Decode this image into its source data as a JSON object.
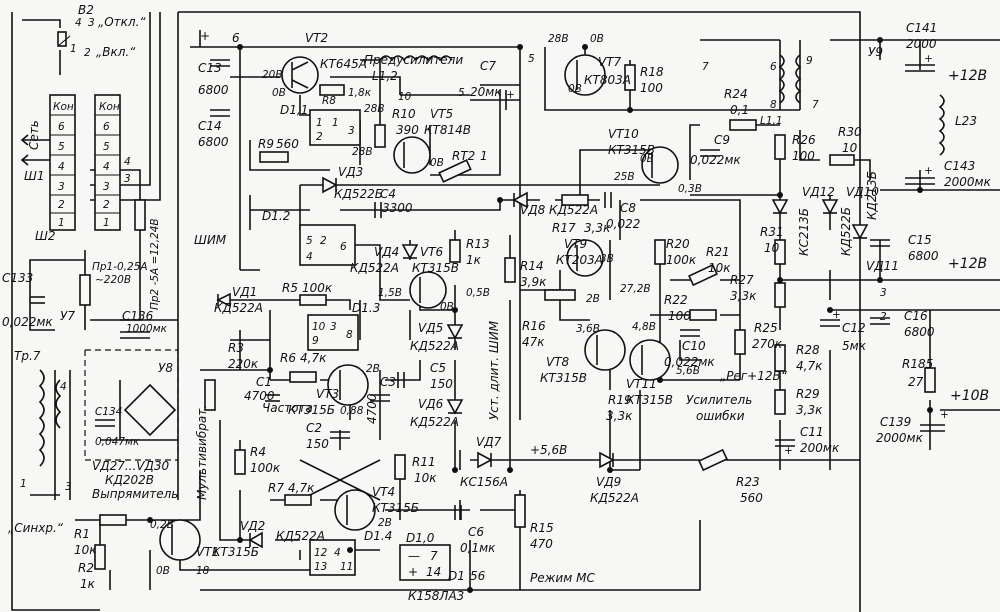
{
  "labels": {
    "b2": "В2",
    "b2_off": "„Откл.“",
    "b2_on": "„Вкл.“",
    "sw_4": "4",
    "sw_3": "3",
    "sw_1": "1",
    "sw_2": "2",
    "mains": "Сеть",
    "sh1": "Ш1",
    "sh2": "Ш2",
    "kon_a": "Кон.",
    "kon_b": "Кон",
    "c133": "C133",
    "c133_v": "0,022мк",
    "pr1": "Пр1-0,25А",
    "pr1_v": "~220В",
    "pr2": "Пр2 -5А =12,24В",
    "y7": "У7",
    "tr7": "Тр.7",
    "c134": "C134",
    "c134_v": "0,047мк",
    "y8": "У8",
    "vd2730": "VД27...VД30",
    "kd202": "КД202В",
    "rect": "Выпрямитель",
    "c136": "C136",
    "c136_v": "1000мк",
    "vt2": "VT2",
    "n6": "6",
    "c13": "C13",
    "c13_v": "6800",
    "c14": "C14",
    "c14_v": "6800",
    "kt645": "КТ645А",
    "r8": "R8",
    "r8_v": "1,8к",
    "preamp": "Предусилители",
    "l12": "L1,2",
    "d11": "D1,1",
    "r9": "R9",
    "r9_v": "560",
    "r10": "R10",
    "r10_v": "390",
    "vt5": "VT5",
    "kt814": "КТ814В",
    "rt2": "RT2",
    "rt2_v": "1",
    "c7": "C7",
    "c7_v": "20мк",
    "vt7": "VT7",
    "kt803": "КТ803А",
    "r18": "R18",
    "r18_v": "100",
    "r24": "R24",
    "r24_v": "0,1",
    "vt10": "VT10",
    "kt315_10": "КТ315В",
    "c9": "C9",
    "c9_v": "0,022мк",
    "r26": "R26",
    "r26_v": "100",
    "r30": "R30",
    "r30_v": "10",
    "c141": "C141",
    "c141_v": "2000",
    "plus12": "+12В",
    "l23": "L23",
    "c143": "C143",
    "c143_v": "2000мк",
    "y9": "У9",
    "l11": "L1,1",
    "vd3": "VД3",
    "kd522b": "КД522Б",
    "c4": "C4",
    "c4_v": "3300",
    "vd8": "VД8 КД522А",
    "c8": "C8",
    "c8_v": "0,022",
    "r17": "R17",
    "r17_v": "3,3к",
    "vt9": "VT9",
    "kt203": "КТ203А",
    "r20": "R20",
    "r20_v": "100к",
    "r21": "R21",
    "r21_v": "10к",
    "vd12": "VД12",
    "ks213": "КС213Б",
    "vd10": "VД10",
    "kd522b2": "КД522Б",
    "kd213": "КД213Б",
    "c15": "C15",
    "c15_v": "6800",
    "vd11": "VД11",
    "r31": "R31",
    "r31_v": "10",
    "r27": "R27",
    "r27_v": "3,3к",
    "d12": "D1.2",
    "vd4": "VД4",
    "kd522a4": "КД522А",
    "vt6": "VT6",
    "kt315_6": "КТ315В",
    "r13": "R13",
    "r13_v": "1к",
    "pwm": "ШИМ",
    "r14": "R14",
    "r14_v": "3,9к",
    "r22": "R22",
    "r22_v": "100",
    "c16": "C16",
    "c16_v": "6800",
    "c12": "C12",
    "c12_v": "5мк",
    "vd1": "VД1",
    "kd522a1": "КД522А",
    "r5": "R5",
    "r5_v": "100к",
    "d13": "D1.3",
    "r16": "R16",
    "r16_v": "47к",
    "c10": "C10",
    "c10_v": "0,022мк",
    "r25": "R25",
    "r25_v": "270к",
    "reg": "„Рег+12В“",
    "r28": "R28",
    "r28_v": "4,7к",
    "r185": "R185",
    "r185_v": "27",
    "plus10": "+10В",
    "r3": "R3",
    "r3_v": "220к",
    "r6": "R6",
    "r6_v": "4,7к",
    "c1": "C1",
    "c1_v": "4700",
    "vt3": "VT3",
    "kt315_3": "КТ315Б",
    "c3": "C3",
    "c3_v": "4700",
    "c5": "C5",
    "c5_v": "150",
    "vd5": "VД5",
    "kd522a5": "КД522А",
    "pwm_adj": "Уст. длит. ШИМ",
    "vt8": "VT8",
    "kt315_8": "КТ315В",
    "vt11": "VT11",
    "kt315_11": "КТ315В",
    "err_amp1": "Усилитель",
    "err_amp2": "ошибки",
    "r19": "R19",
    "r19_v": "3,3к",
    "r29": "R29",
    "r29_v": "3,3к",
    "c139": "C139",
    "c139_v": "2000мк",
    "freq": "Частота",
    "multivib": "Мультивибрат.",
    "c2": "C2",
    "c2_v": "150",
    "vd6": "VД6",
    "kd522a6": "КД522А",
    "c11": "C11",
    "c11_v": "200мк",
    "r4": "R4",
    "r4_v": "100к",
    "r11": "R11",
    "r11_v": "10к",
    "vd7": "VД7",
    "ks156": "КС156А",
    "v566": "+5,6В",
    "vd9": "VД9",
    "kd522a9": "КД522А",
    "r23": "R23",
    "r23_v": "560",
    "r7": "R7",
    "r7_v": "4,7к",
    "vt4": "VT4",
    "kt315_4": "КТ315Б",
    "d14": "D1.4",
    "vd2": "VД2",
    "kd522a2": "КД522А",
    "sync": "„Синхр.“",
    "r1": "R1",
    "r1_v": "10к",
    "r2": "R2",
    "r2_v": "1к",
    "vt1": "VT1",
    "kt315_1": "КТ315Б",
    "d10": "D1,0",
    "k158": "К158ЛА3",
    "pin_minus": "—",
    "pin_7": "7",
    "pin_plus": "+",
    "pin_14": "14",
    "d1_56": "D1",
    "d1_56b": "56",
    "c6": "C6",
    "c6_v": "0,1мк",
    "r15": "R15",
    "r15_v": "470",
    "ms_mode": "Режим МС",
    "v28_a": "28В",
    "v08_a": "0В",
    "v28_b": "28В",
    "v08_b": "0В",
    "v28_c": "28В",
    "v08_c": "0В",
    "v0b_d": "0В",
    "v28_e": "28В",
    "v08_e": "0В",
    "v25": "25В",
    "v036": "0,3В",
    "v15": "1,5В",
    "v05": "0,5В",
    "v3b": "3В",
    "v28_f": "2В",
    "v272": "27,2В",
    "v36": "3,6В",
    "v48": "4,8В",
    "v56": "5,6В",
    "v2b": "2В",
    "v088": "0,88",
    "v02": "0,2В",
    "v0v": "0В",
    "v1v": "1В",
    "v2v4": "2В",
    "v5": "5",
    "v7": "7",
    "v8": "8",
    "v9": "9",
    "v6b": "6",
    "v10": "10",
    "v1b": "1",
    "v2c": "2",
    "v3c": "3",
    "v4c": "4",
    "v20b": "20В",
    "v08z": "0В",
    "v12": "+12В",
    "t1": "1",
    "t2": "2",
    "t3": "3",
    "t4": "4",
    "t5": "5",
    "t6": "6",
    "n7": "7",
    "n8": "8",
    "n9": "9",
    "n10": "10",
    "n11": "11",
    "n12": "12",
    "n13": "13",
    "n1b": "1",
    "n2b": "2",
    "n3b": "3",
    "n4b": "4",
    "n5b": "5",
    "n6b": "6",
    "n8b": "8",
    "n9b": "9",
    "n10b": "10",
    "n1c": "1",
    "n2c": "2",
    "n3c": "3",
    "n4c": "4",
    "n5c": "5",
    "n6c": "6",
    "plus_a": "+",
    "plus_b": "+",
    "plus_c": "+",
    "plus_d": "+",
    "plus_e": "+",
    "plus_f": "+",
    "plus_g": "+",
    "p1": "1",
    "p2": "2",
    "p3": "3",
    "p4": "4",
    "p5": "5",
    "p6": "6",
    "s1": "1",
    "s2": "2",
    "s3": "3",
    "s4": "4",
    "s5": "5",
    "s6": "6",
    "s1b": "1",
    "s2b": "2",
    "s3b": "3",
    "s4b": "4",
    "s5b": "5",
    "s6b": "6",
    "n14": "4",
    "n15": "1",
    "n16": "3",
    "n18": "8",
    "n18b": "18"
  }
}
